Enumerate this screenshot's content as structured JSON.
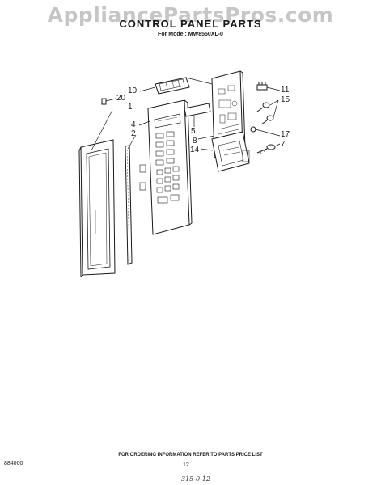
{
  "watermark": "AppliancePartsPros.com",
  "title": "CONTROL PANEL PARTS",
  "subtitle": "For Model: MW8550XL-0",
  "callouts": {
    "c10": "10",
    "c20": "20",
    "c1": "1",
    "c4": "4",
    "c2": "2",
    "c5": "5",
    "c8": "8",
    "c14": "14",
    "c11": "11",
    "c15": "15",
    "c17": "17",
    "c7": "7"
  },
  "footer": {
    "ordering_note": "FOR ORDERING INFORMATION REFER TO PARTS PRICE LIST",
    "page_number": "12",
    "doc_code": "884000",
    "handwritten_note": "315-0-12"
  }
}
